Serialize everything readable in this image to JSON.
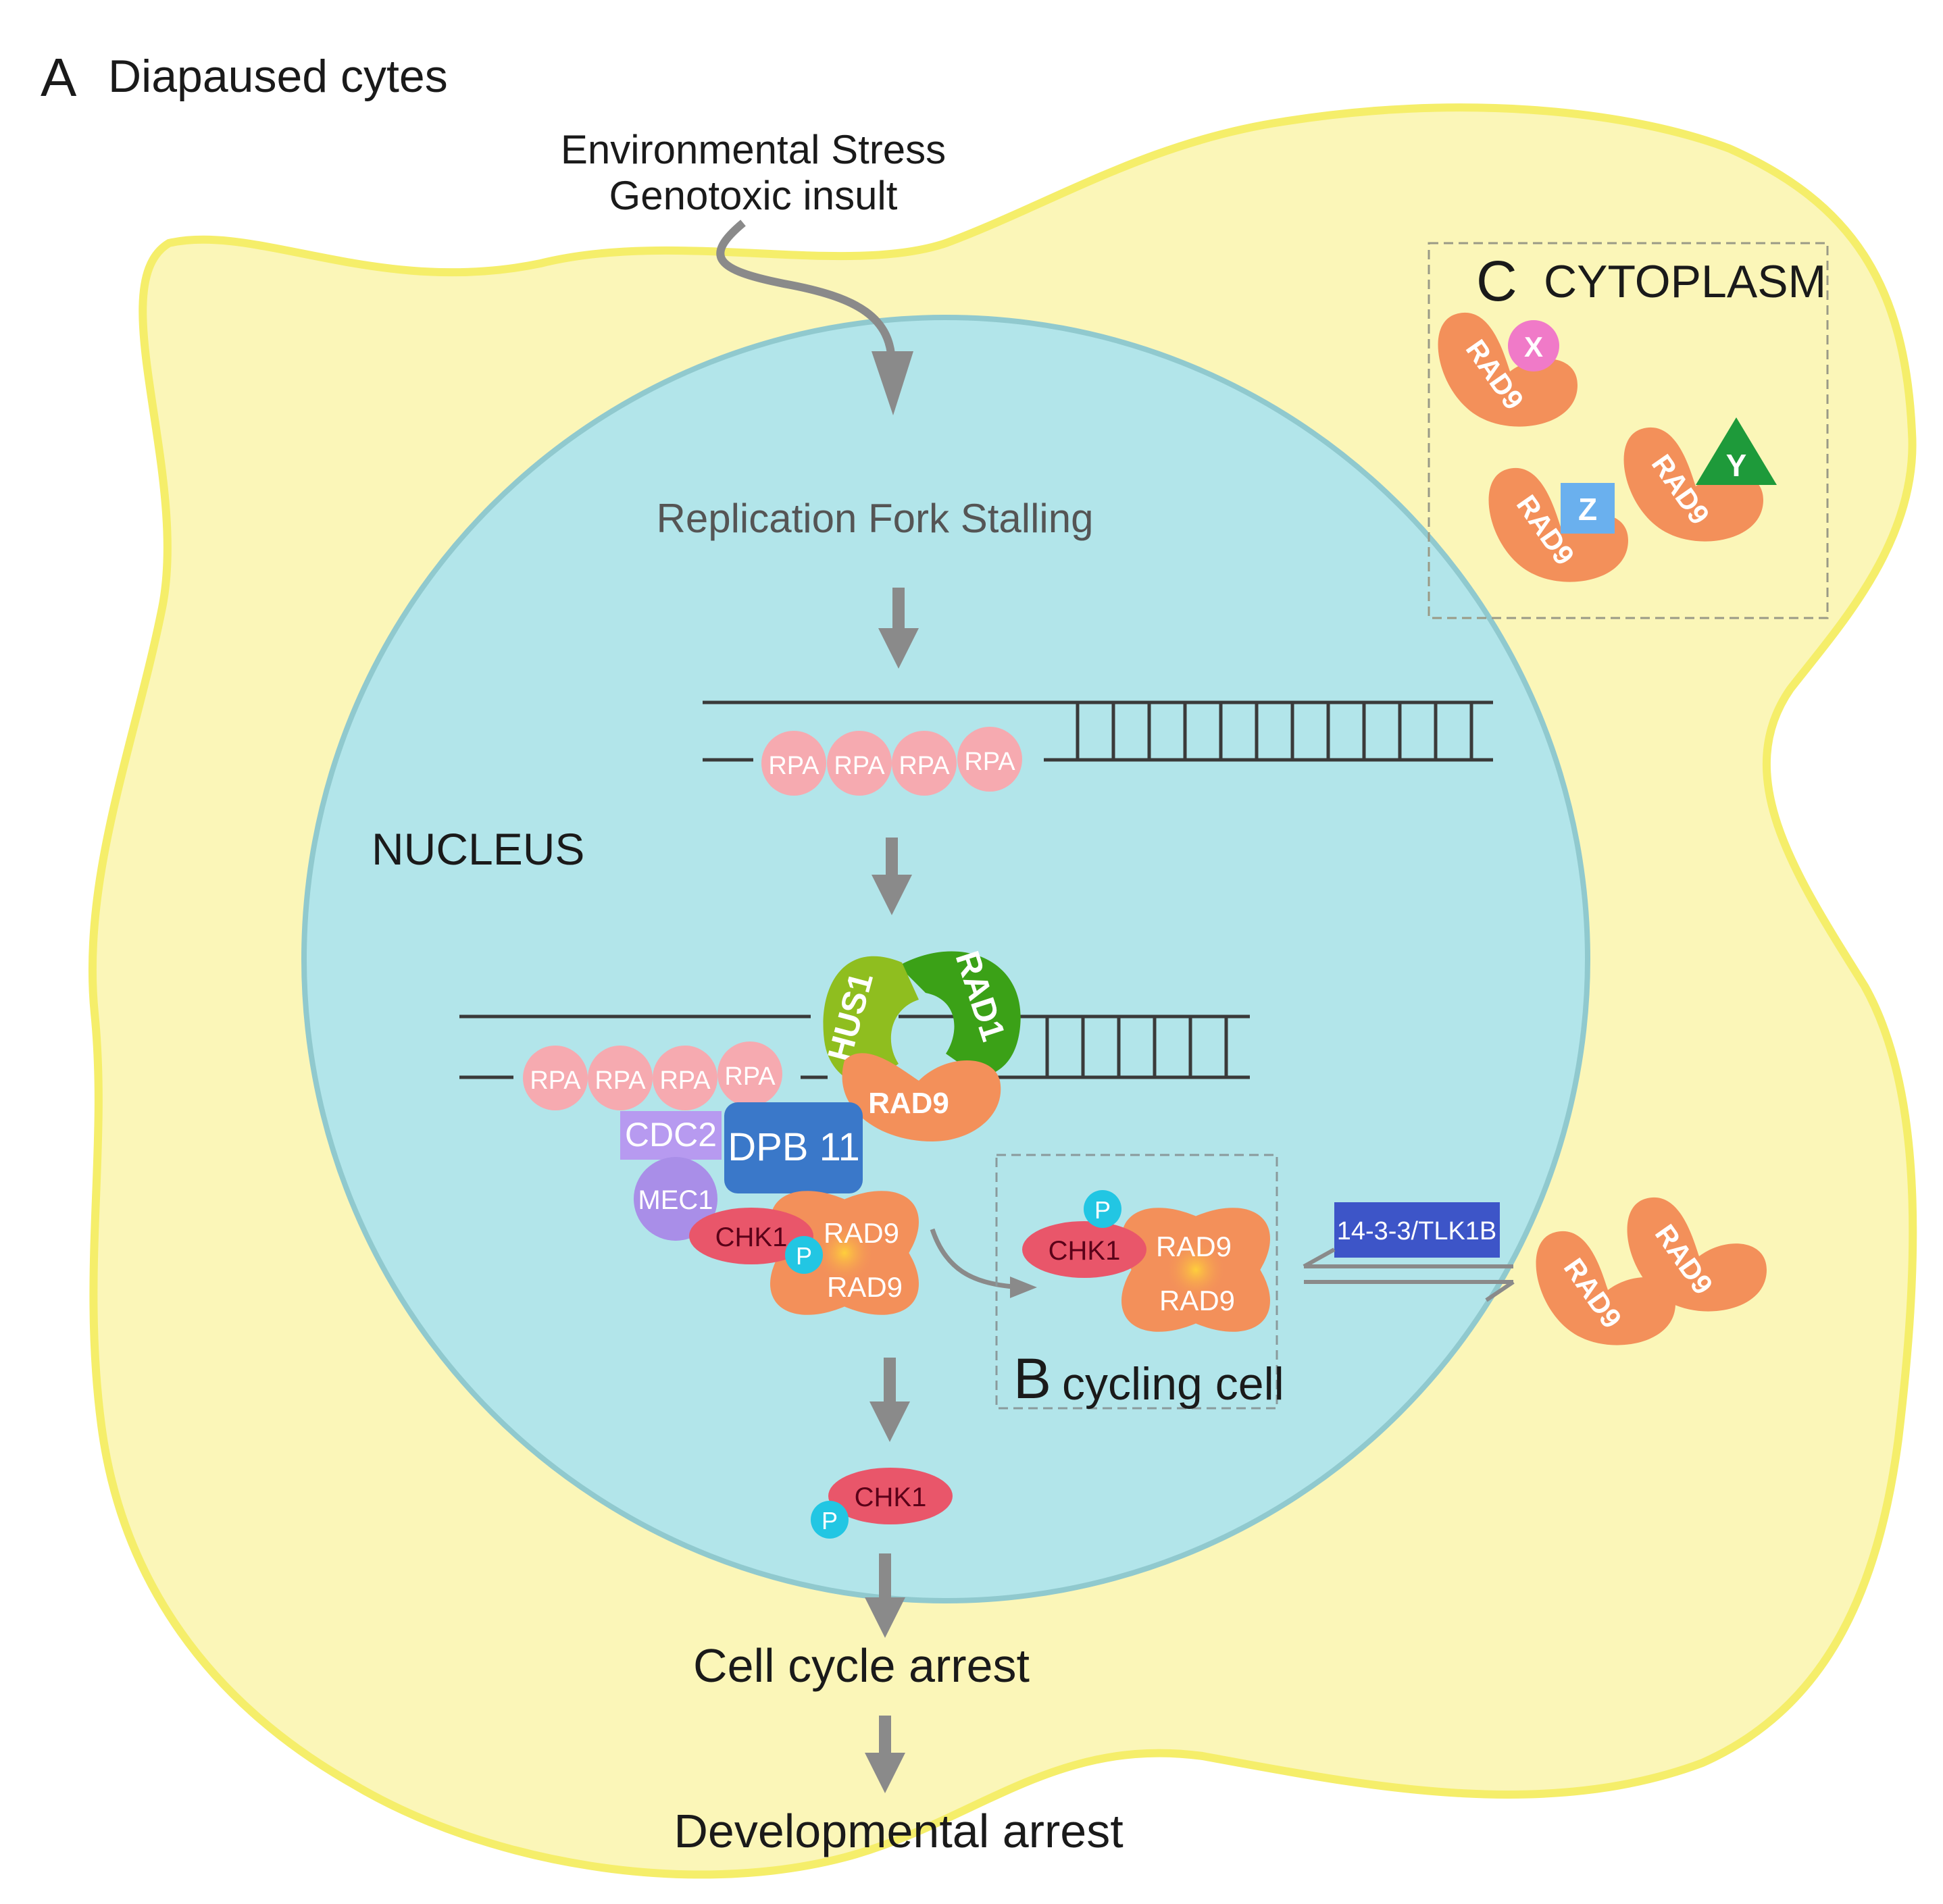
{
  "panel_a": {
    "letter": "A",
    "title": "Diapaused cytes"
  },
  "stress": {
    "line1": "Environmental Stress",
    "line2": "Genotoxic insult"
  },
  "nucleus_label": "NUCLEUS",
  "replication_fork_stalling": "Replication Fork Stalling",
  "rpa_label": "RPA",
  "clamp": {
    "hus1": "HUS1",
    "rad1": "RAD1",
    "rad9": "RAD9"
  },
  "cdc2": "CDC2",
  "dpb11": "DPB 11",
  "mec1": "MEC1",
  "chk1": "CHK1",
  "phospho": "P",
  "rad9": "RAD9",
  "panel_b": {
    "letter": "B",
    "title": "cycling cell"
  },
  "transport_label": "14-3-3/TLK1B",
  "panel_c": {
    "letter": "C",
    "title": "CYTOPLASM"
  },
  "partners": {
    "x": "X",
    "y": "Y",
    "z": "Z"
  },
  "outcome_1": "Cell cycle arrest",
  "outcome_2": "Developmental arrest",
  "colors": {
    "cell_fill": "#fbf6b8",
    "cell_border": "#f5ee6a",
    "nucleus_fill": "#b2e5ea",
    "nucleus_border": "#90c9ce",
    "arrow": "#8a8a8a",
    "rpa": "#f6aab0",
    "rad9": "#f3905a",
    "hus1": "#8fbe1f",
    "rad1": "#3ba117",
    "dpb11": "#3a78c9",
    "cdc2": "#b79af0",
    "mec1": "#a98ee8",
    "chk1": "#e9566a",
    "phospho": "#22c6e3",
    "transport": "#3d55c8",
    "x_partner": "#f07ac8",
    "y_partner": "#1e9a3a",
    "z_partner": "#6ab0ee"
  }
}
